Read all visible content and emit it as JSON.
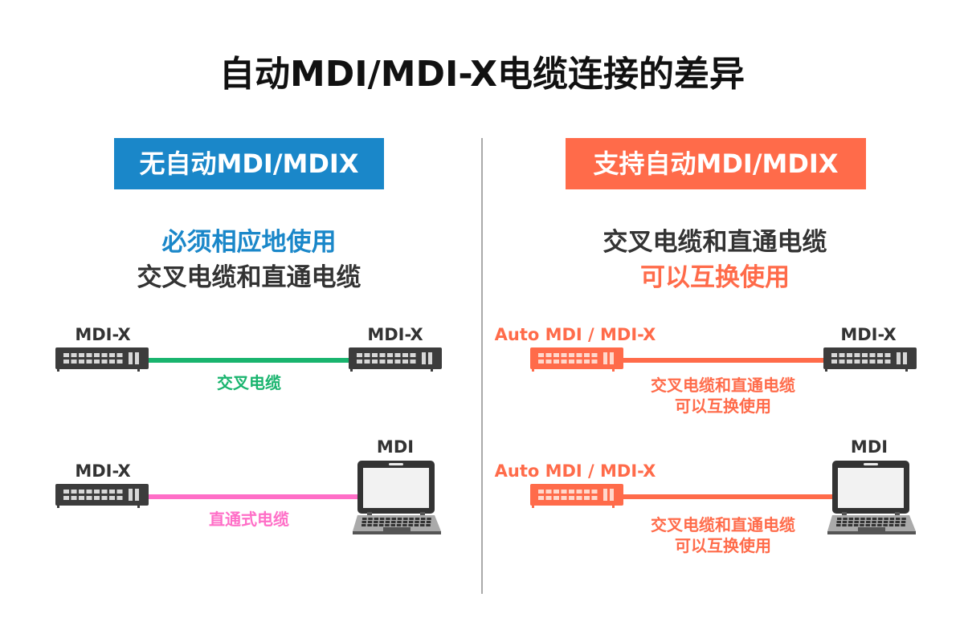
{
  "title": "自动MDI/MDI-X电缆连接的差异",
  "colors": {
    "blue": "#1a87c9",
    "orange": "#ff6b4a",
    "green": "#19b46e",
    "pink": "#ff6ec7",
    "dark": "#3c3c3c"
  },
  "left": {
    "badge": "无自动MDI/MDIX",
    "line1": "必须相应地使用",
    "line2": "交叉电缆和直通电缆",
    "row1": {
      "left_label": "MDI-X",
      "right_label": "MDI-X",
      "cable": "交叉电缆"
    },
    "row2": {
      "left_label": "MDI-X",
      "right_label": "MDI",
      "cable": "直通式电缆"
    }
  },
  "right": {
    "badge": "支持自动MDI/MDIX",
    "line1": "交叉电缆和直通电缆",
    "line2": "可以互换使用",
    "row1": {
      "left_label": "Auto MDI / MDI-X",
      "right_label": "MDI-X",
      "cable1": "交叉电缆和直通电缆",
      "cable2": "可以互换使用"
    },
    "row2": {
      "left_label": "Auto MDI / MDI-X",
      "right_label": "MDI",
      "cable1": "交叉电缆和直通电缆",
      "cable2": "可以互换使用"
    }
  }
}
